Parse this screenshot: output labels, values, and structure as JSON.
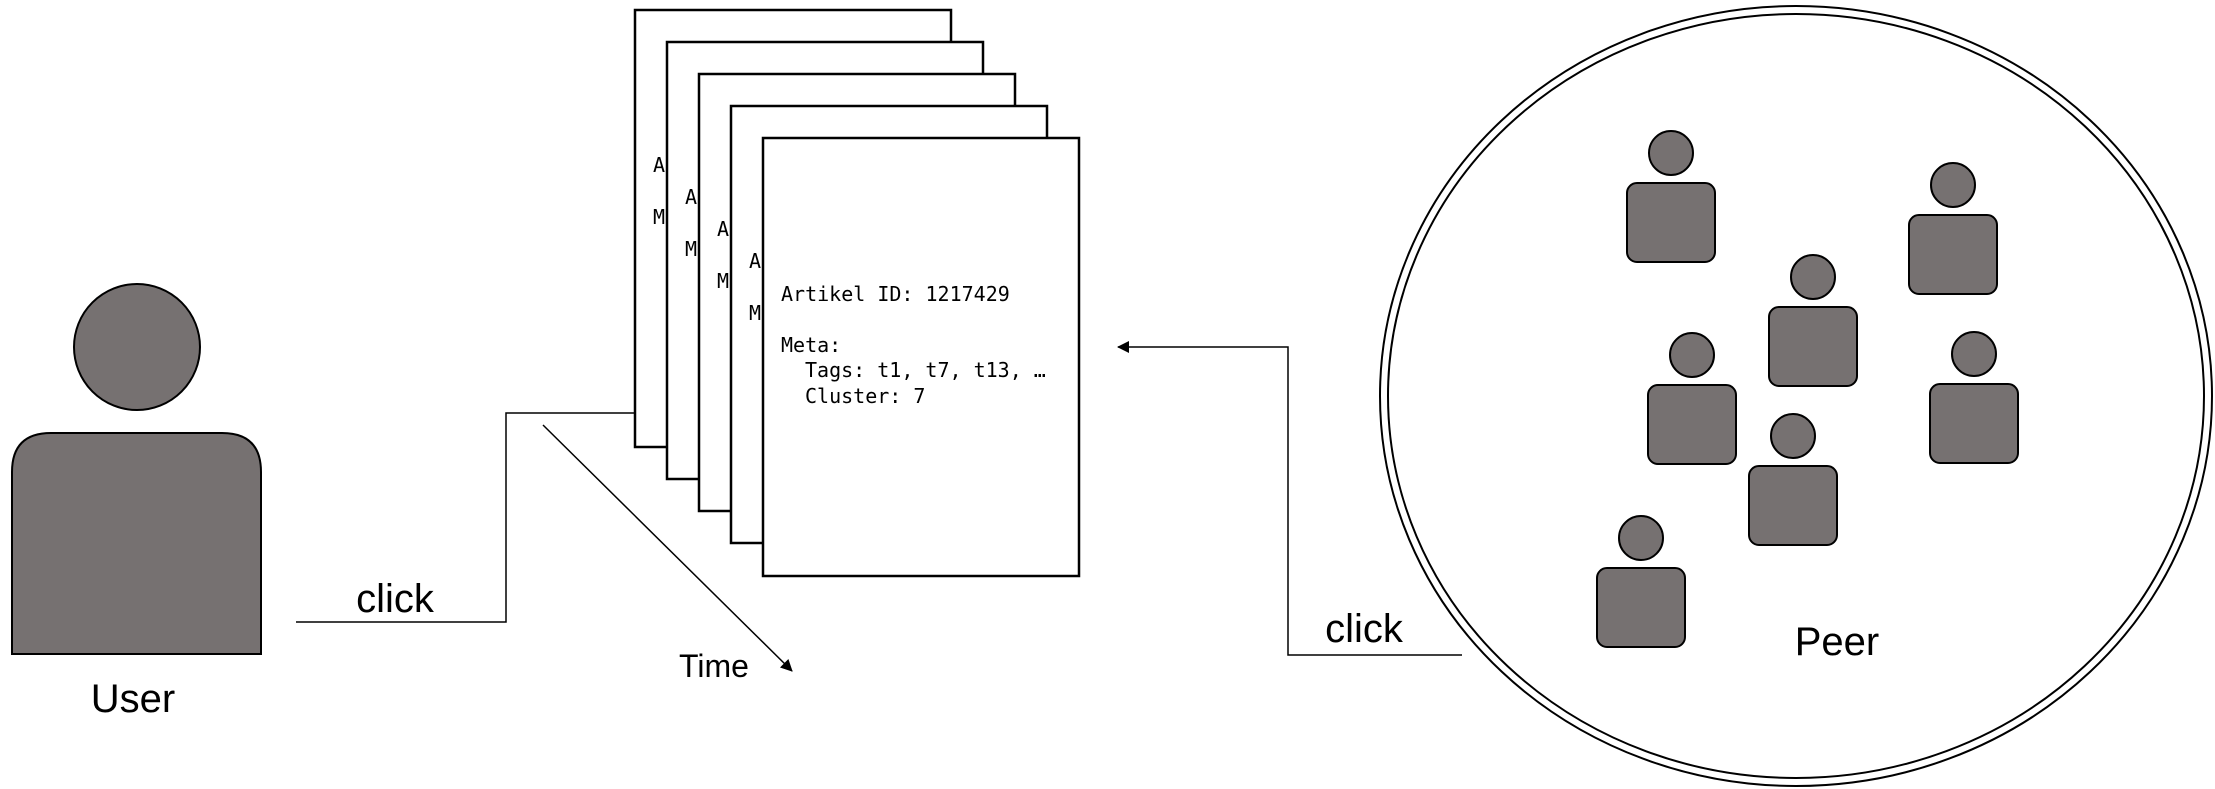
{
  "user": {
    "label": "User",
    "action_label": "click"
  },
  "peer": {
    "label": "Peer",
    "action_label": "click"
  },
  "time_label": "Time",
  "article_stack": {
    "back_cards": [
      {
        "line1": "A",
        "line2": "M"
      },
      {
        "line1": "A",
        "line2": "M"
      },
      {
        "line1": "A",
        "line2": "M"
      },
      {
        "line1": "A",
        "line2": "M"
      }
    ],
    "front_card": {
      "id_line": "Artikel ID: 1217429",
      "meta_label": "Meta:",
      "tags_line": "Tags: t1, t7, t13, …",
      "cluster_line": "Cluster: 7"
    }
  },
  "colors": {
    "figure_fill": "#767171",
    "outline": "#000000",
    "background": "#ffffff"
  },
  "icons": {
    "user": "person-icon",
    "peer": "person-icon"
  }
}
